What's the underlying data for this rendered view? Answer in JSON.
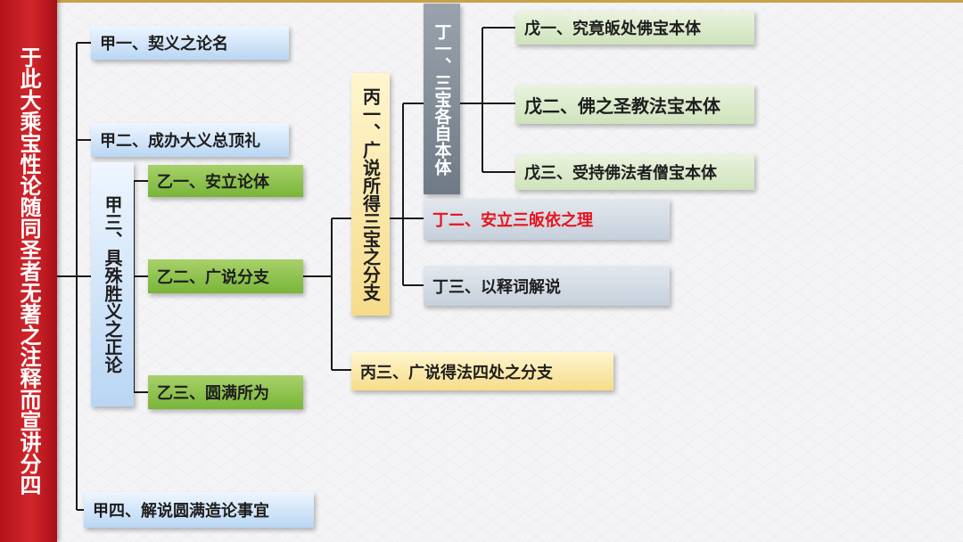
{
  "root": {
    "label": "于此大乘宝性论随同圣者无著之注释而宣讲分四"
  },
  "jia": {
    "jia1": "甲一、契义之论名",
    "jia2": "甲二、成办大义总顶礼",
    "jia3": "甲三、具殊胜义之正论",
    "jia4": "甲四、解说圆满造论事宜"
  },
  "yi": {
    "yi1": "乙一、安立论体",
    "yi2": "乙二、广说分支",
    "yi3": "乙三、圆满所为"
  },
  "bing": {
    "bing1": "丙一、广说所得三宝之分支",
    "bing3": "丙三、广说得法四处之分支"
  },
  "ding": {
    "ding1": "丁一、三宝各自本体",
    "ding2": "丁二、安立三皈依之理",
    "ding3": "丁三、以释词解说"
  },
  "wu": {
    "wu1": "戊一、究竟皈处佛宝本体",
    "wu2": "戊二、佛之圣教法宝本体",
    "wu3": "戊三、受持佛法者僧宝本体"
  },
  "colors": {
    "root": "#c8161d",
    "blue": "#cfe3f7",
    "green": "#8dc24b",
    "yellow": "#fae9a8",
    "gray": "#d2dae3",
    "dark_gray": "#7d8793",
    "highlight_text": "#e8141c"
  }
}
